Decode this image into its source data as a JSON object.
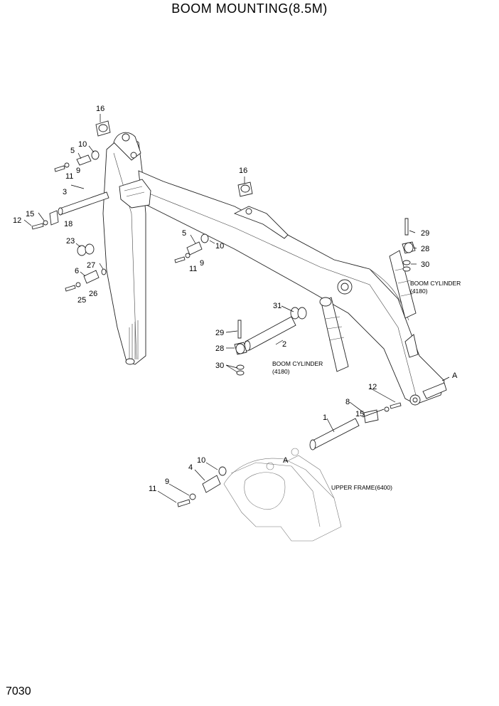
{
  "title": "BOOM MOUNTING(8.5M)",
  "page_number": "7030",
  "notes": {
    "boom_cylinder_right_1": "BOOM CYLINDER",
    "boom_cylinder_right_2": "(4180)",
    "boom_cylinder_center_1": "BOOM CYLINDER",
    "boom_cylinder_center_2": "(4180)",
    "upper_frame": "UPPER FRAME(6400)",
    "view_a_top": "A",
    "view_a_bottom": "A"
  },
  "callouts": {
    "c16a": "16",
    "c10a": "10",
    "c5a": "5",
    "c9a": "9",
    "c11a": "11",
    "c3": "3",
    "c15a": "15",
    "c12a": "12",
    "c18": "18",
    "c23": "23",
    "c27": "27",
    "c6": "6",
    "c26": "26",
    "c25": "25",
    "c16b": "16",
    "c5b": "5",
    "c10b": "10",
    "c11b": "11",
    "c9b": "9",
    "c29a": "29",
    "c28a": "28",
    "c30a": "30",
    "c31": "31",
    "c29b": "29",
    "c2": "2",
    "c28b": "28",
    "c30b": "30",
    "c12b": "12",
    "c8": "8",
    "c15b": "15",
    "c1": "1",
    "c10c": "10",
    "c4": "4",
    "c9c": "9",
    "c11c": "11"
  }
}
